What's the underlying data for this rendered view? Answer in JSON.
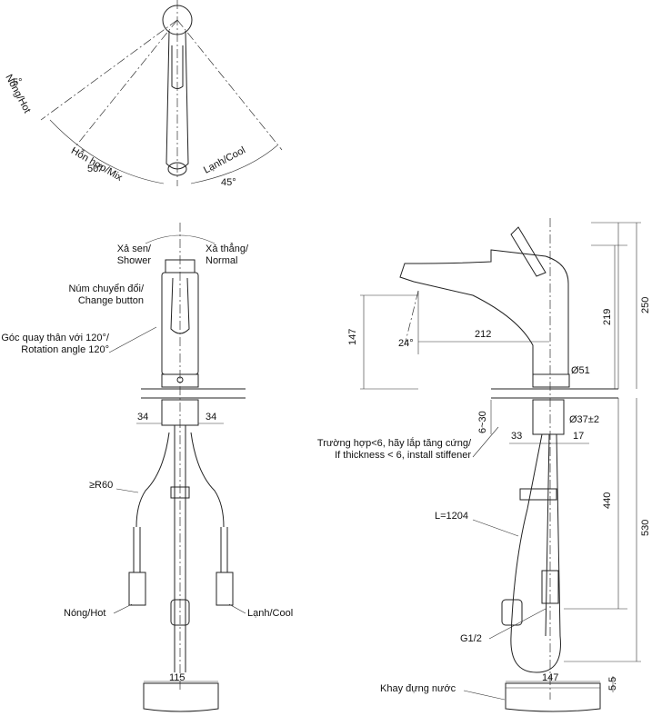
{
  "top_view": {
    "hot": "Nóng/Hot",
    "hot_angle": "5°",
    "mix": "Hỗn hợp/Mix",
    "mix_angle": "50°",
    "cool": "Lạnh/Cool",
    "cool_angle": "45°"
  },
  "front_view": {
    "shower": "Xả sen/\nShower",
    "normal": "Xả thẳng/\nNormal",
    "change_button": "Núm chuyển đổi/\nChange button",
    "rotation": "Góc quay thân với 120°/\nRotation angle 120°",
    "dim_34_left": "34",
    "dim_34_right": "34",
    "radius": "≥R60",
    "hot_hose": "Nóng/Hot",
    "cool_hose": "Lạnh/Cool",
    "tray_width": "115"
  },
  "side_view": {
    "dim_147": "147",
    "angle_24": "24°",
    "dim_212": "212",
    "dim_219": "219",
    "dim_250": "250",
    "dim_51": "Ø51",
    "dim_37": "Ø37±2",
    "dim_6_30": "6~30",
    "stiffener": "Trường hợp<6, hãy lắp tăng cứng/\nIf thickness < 6, install stiffener",
    "dim_33": "33",
    "dim_17": "17",
    "hose_length": "L=1204",
    "dim_440": "440",
    "dim_530": "530",
    "thread": "G1/2",
    "tray_label": "Khay đựng nước",
    "tray_width": "147",
    "tray_height": "5.5"
  }
}
